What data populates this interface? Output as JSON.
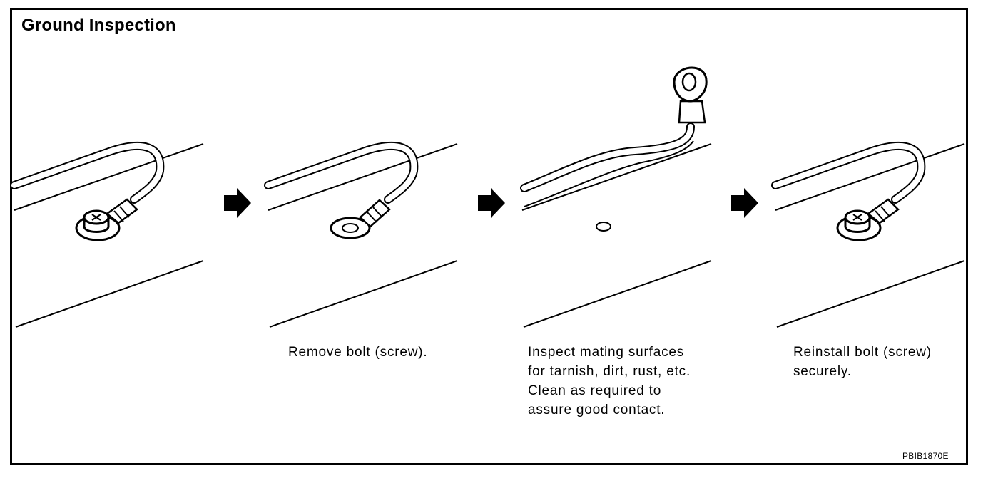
{
  "title": "Ground Inspection",
  "steps": [
    {
      "lines": []
    },
    {
      "lines": [
        "Remove bolt (screw)."
      ]
    },
    {
      "lines": [
        "Inspect mating surfaces",
        "for tarnish, dirt, rust, etc.",
        "Clean as required to",
        "assure good contact."
      ]
    },
    {
      "lines": [
        "Reinstall bolt (screw)",
        "securely."
      ]
    }
  ],
  "figure_code": "PBIB1870E"
}
